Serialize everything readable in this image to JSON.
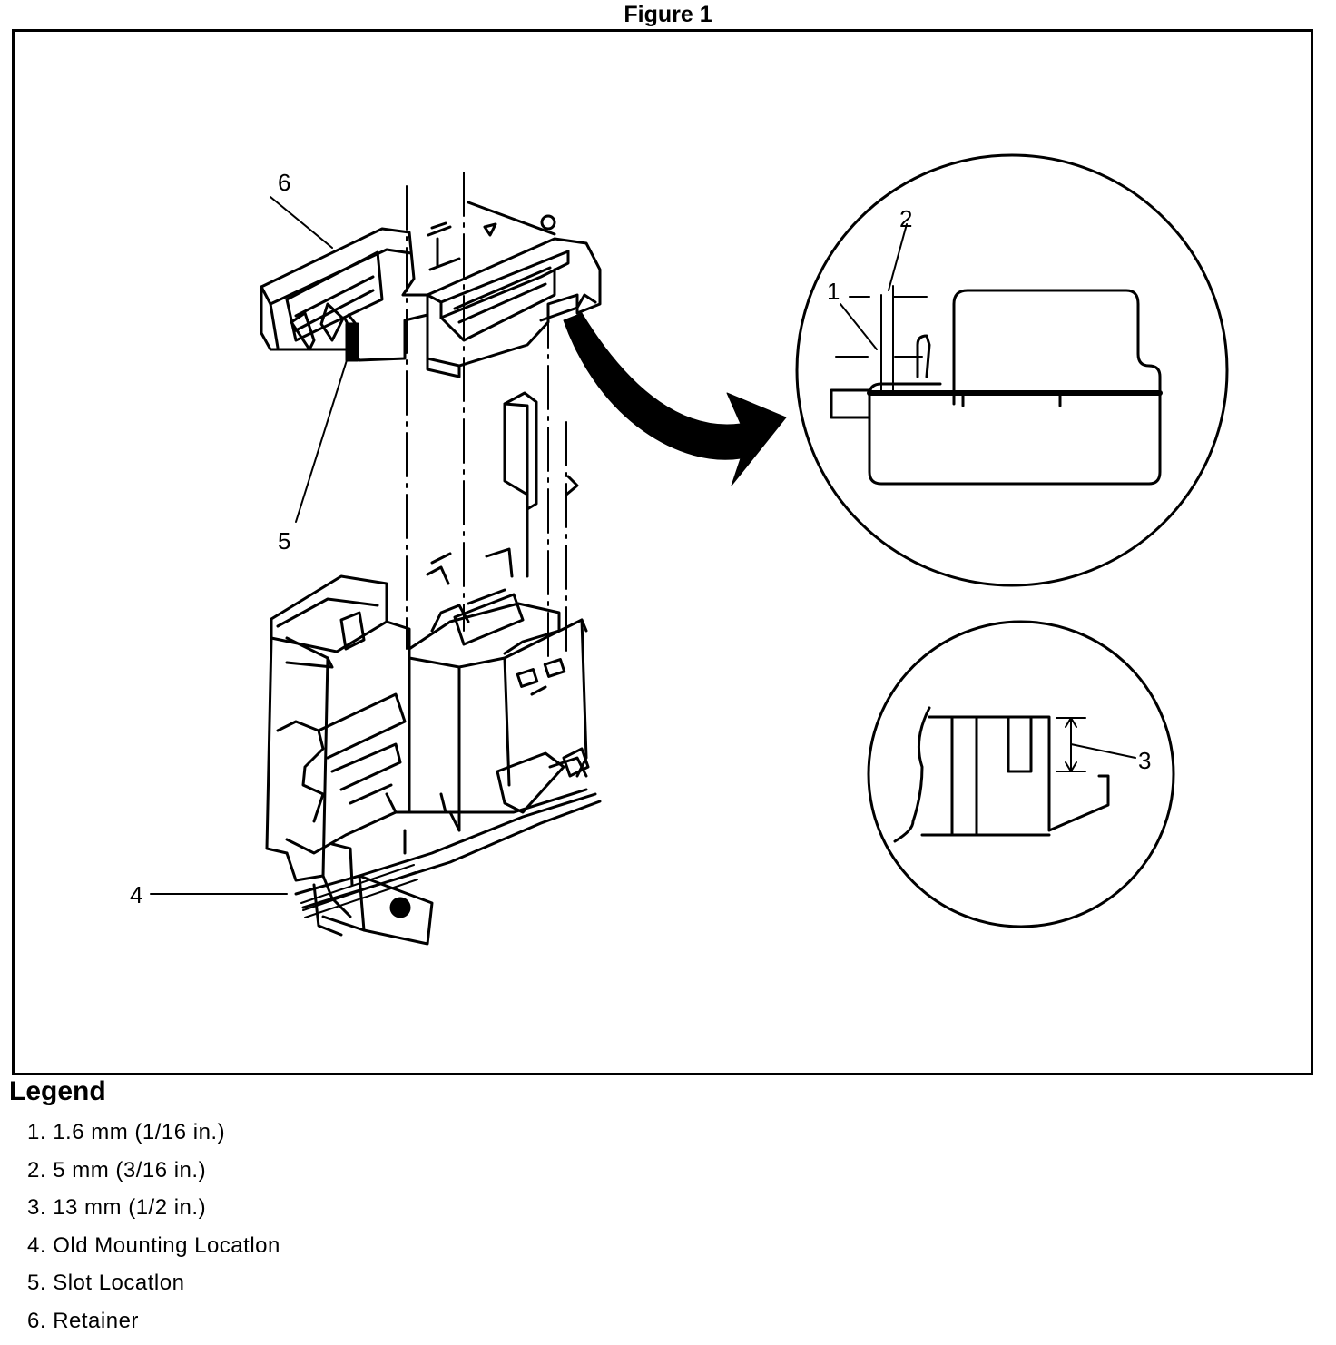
{
  "figure": {
    "title": "Figure 1"
  },
  "callouts": {
    "c1": "1",
    "c2": "2",
    "c3": "3",
    "c4": "4",
    "c5": "5",
    "c6": "6"
  },
  "legend": {
    "title": "Legend",
    "items": [
      {
        "number": "1.",
        "text": "1.6 mm (1/16 in.)"
      },
      {
        "number": "2.",
        "text": "5 mm (3/16 in.)"
      },
      {
        "number": "3.",
        "text": "13 mm (1/2 in.)"
      },
      {
        "number": "4.",
        "text": "Old Mounting Locatlon"
      },
      {
        "number": "5.",
        "text": "Slot Locatlon"
      },
      {
        "number": "6.",
        "text": "Retainer"
      }
    ]
  }
}
